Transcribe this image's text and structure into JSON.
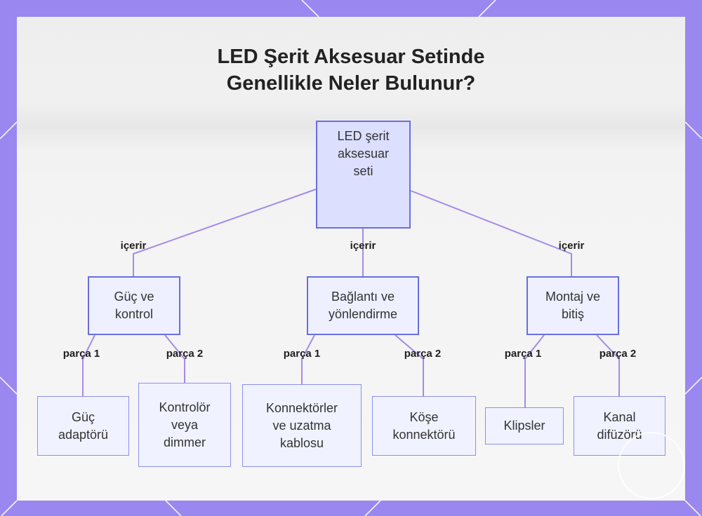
{
  "title": {
    "line1": "LED Şerit Aksesuar Setinde",
    "line2": "Genellikle Neler Bulunur?"
  },
  "root": {
    "line1": "LED şerit",
    "line2": "aksesuar",
    "line3": "seti"
  },
  "categories": [
    {
      "edge_label": "içerir",
      "line1": "Güç ve",
      "line2": "kontrol"
    },
    {
      "edge_label": "içerir",
      "line1": "Bağlantı ve",
      "line2": "yönlendirme"
    },
    {
      "edge_label": "içerir",
      "line1": "Montaj ve",
      "line2": "bitiş"
    }
  ],
  "parts": [
    {
      "edge_label": "parça 1",
      "lines": [
        "Güç",
        "adaptörü"
      ]
    },
    {
      "edge_label": "parça 2",
      "lines": [
        "Kontrolör",
        "veya",
        "dimmer"
      ]
    },
    {
      "edge_label": "parça 1",
      "lines": [
        "Konnektörler",
        "ve uzatma",
        "kablosu"
      ]
    },
    {
      "edge_label": "parça 2",
      "lines": [
        "Köşe",
        "konnektörü"
      ]
    },
    {
      "edge_label": "parça 1",
      "lines": [
        "Klipsler"
      ]
    },
    {
      "edge_label": "parça 2",
      "lines": [
        "Kanal",
        "difüzörü"
      ]
    }
  ],
  "colors": {
    "frame": "#9b87f0",
    "node_border": "#6a6ee0",
    "node_fill": "#eef0ff",
    "root_fill": "#dcdffd",
    "line": "#a48be8"
  }
}
